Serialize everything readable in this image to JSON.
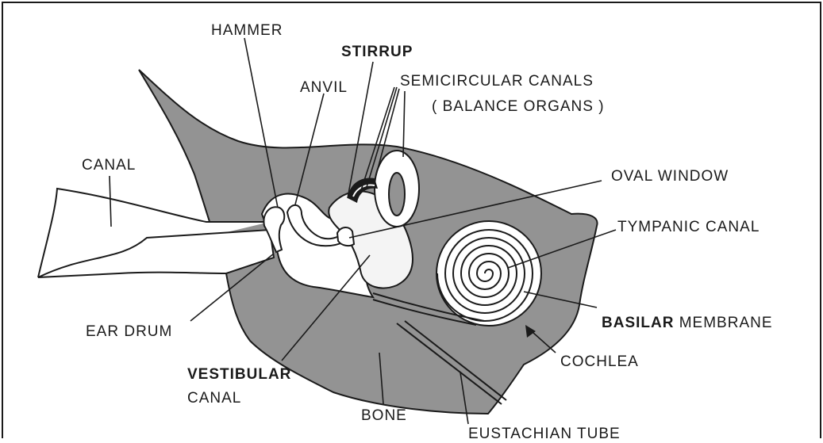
{
  "labels": {
    "hammer": "HAMMER",
    "stirrup": "STIRRUP",
    "anvil": "ANVIL",
    "semicircular_line1": "SEMICIRCULAR CANALS",
    "semicircular_line2": "( BALANCE ORGANS )",
    "canal": "CANAL",
    "oval_window": "OVAL WINDOW",
    "tympanic_canal": "TYMPANIC CANAL",
    "basilar_bold": "BASILAR",
    "basilar_rest": "MEMBRANE",
    "ear_drum": "EAR DRUM",
    "cochlea": "COCHLEA",
    "vestibular_line1": "VESTIBULAR",
    "vestibular_line2": "CANAL",
    "bone": "BONE",
    "eustachian_tube": "EUSTACHIAN TUBE"
  },
  "colors": {
    "bone_fill": "#939393",
    "line": "#1a1a1a",
    "background": "#ffffff",
    "inner_fill": "#f4f4f4"
  }
}
